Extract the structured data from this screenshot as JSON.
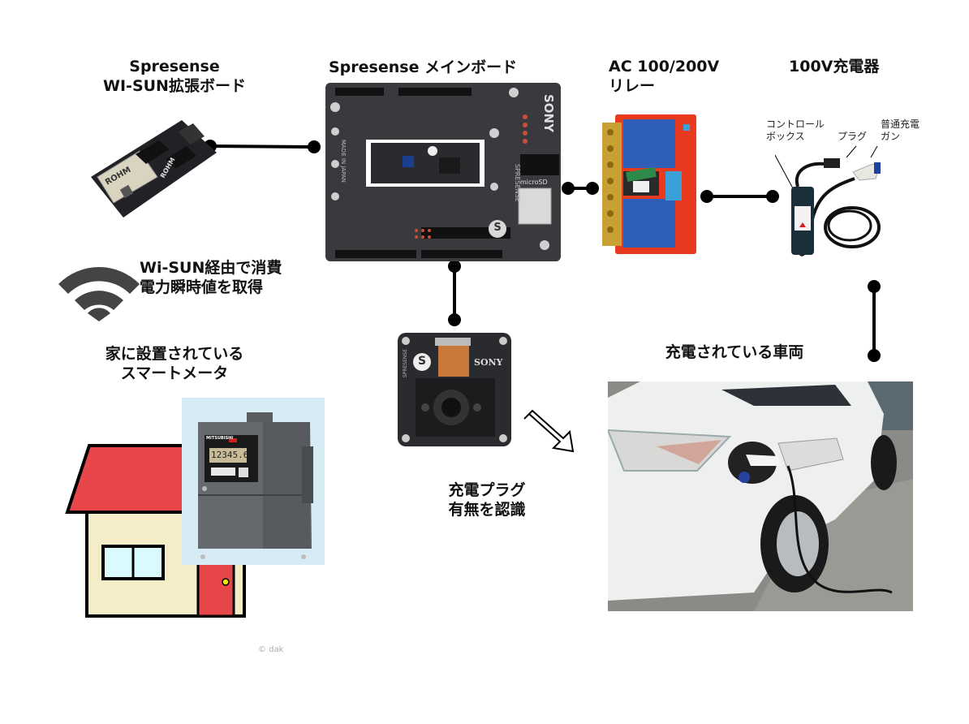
{
  "wisun_board": {
    "title_line1": "Spresense",
    "title_line2": "WI-SUN拡張ボード",
    "chip_brand": "ROHM"
  },
  "main_board": {
    "title": "Spresense メインボード",
    "brand": "SONY",
    "side_text": "SPRESENSE",
    "sd_label": "microSD",
    "made_in": "MADE IN JAPAN",
    "logo": "S"
  },
  "relay": {
    "title_line1": "AC 100/200V",
    "title_line2": "リレー"
  },
  "charger": {
    "title": "100V充電器",
    "callouts": [
      {
        "line1": "コントロール",
        "line2": "ボックス"
      },
      {
        "line1": "プラグ",
        "line2": ""
      },
      {
        "line1": "普通充電",
        "line2": "ガン"
      }
    ]
  },
  "wifi_caption": {
    "line1": "Wi-SUN経由で消費",
    "line2": "電力瞬時値を取得"
  },
  "smart_meter": {
    "title_line1": "家に設置されている",
    "title_line2": "スマートメータ",
    "brand": "MITSUBISHI",
    "display_value": "12345.6"
  },
  "camera": {
    "brand": "SONY",
    "side_text": "SPRESENSE",
    "logo": "S",
    "caption_line1": "充電プラグ",
    "caption_line2": "有無を認識"
  },
  "vehicle": {
    "title": "充電されている車両"
  },
  "credit": "© dak",
  "colors": {
    "wire": "#000000",
    "roof": "#e8474a",
    "wall": "#f5ecc8",
    "window": "#d9fbff",
    "door": "#e8474a",
    "relay_board": "#e83a1f",
    "relay_block": "#2f5fb8",
    "meter_bg": "#d7ebf4"
  }
}
